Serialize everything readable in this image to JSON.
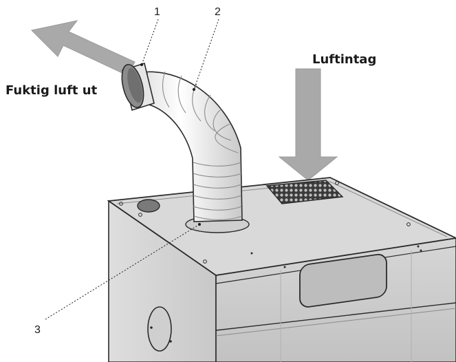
{
  "labels": {
    "air_out": "Fuktig luft ut",
    "air_in": "Luftintag"
  },
  "callouts": [
    {
      "id": "1",
      "text": "1"
    },
    {
      "id": "2",
      "text": "2"
    },
    {
      "id": "3",
      "text": "3"
    }
  ],
  "colors": {
    "arrow": "#a9a9a9",
    "top_panel": "#d9d9d9",
    "side_panel": "#cfcfcf",
    "front_panel": "#c4c4c4",
    "hose": "#f2f2f2",
    "line": "#2a2a2a"
  }
}
